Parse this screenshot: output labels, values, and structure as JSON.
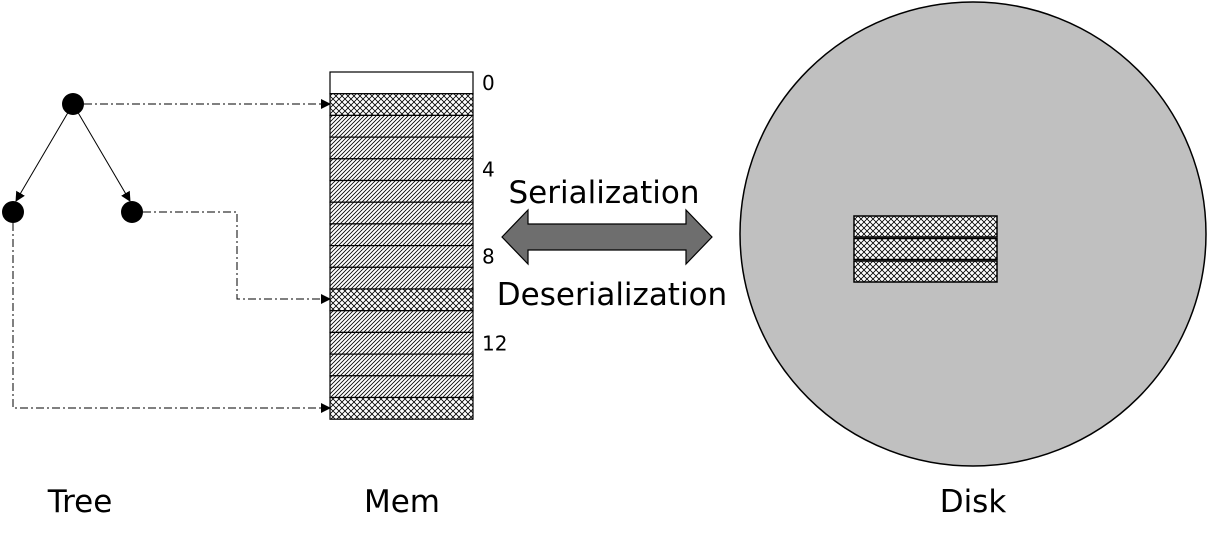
{
  "labels": {
    "tree": "Tree",
    "mem": "Mem",
    "disk": "Disk",
    "serialization": "Serialization",
    "deserialization": "Deserialization"
  },
  "memory": {
    "indices": [
      "0",
      "4",
      "8",
      "12"
    ],
    "cells": [
      "empty",
      "cross",
      "diag",
      "diag",
      "diag",
      "diag",
      "diag",
      "diag",
      "diag",
      "diag",
      "cross",
      "diag",
      "diag",
      "diag",
      "diag",
      "cross"
    ]
  },
  "disk": {
    "blocks": [
      "cross",
      "cross",
      "cross"
    ]
  },
  "colors": {
    "disk_fill": "#c0c0c0",
    "arrow_fill": "#6e6e6e",
    "stroke": "#000000"
  }
}
